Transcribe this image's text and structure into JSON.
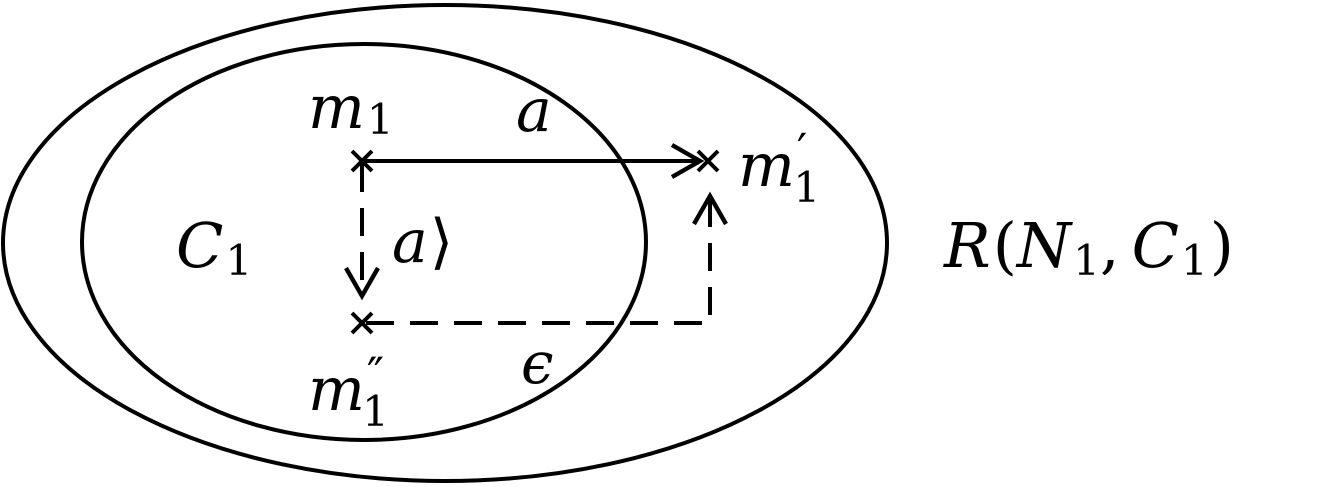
{
  "colors": {
    "outer_fill": "#f0f0f0",
    "inner_fill": "#ffffff",
    "stroke": "#000000"
  },
  "labels": {
    "m1": {
      "base": "m",
      "sub": "1",
      "prime": ""
    },
    "m1_prime": {
      "base": "m",
      "sub": "1",
      "prime": "′"
    },
    "m1_double_prime": {
      "base": "m",
      "sub": "1",
      "prime": "″"
    },
    "a_top": "a",
    "a_ket": {
      "letter": "a",
      "bracket": "⟩"
    },
    "epsilon": "ϵ",
    "C1": {
      "base": "C",
      "sub": "1"
    },
    "region": {
      "R": "R",
      "open": "(",
      "N": "N",
      "N_sub": "1",
      "comma": ",",
      "C": "C",
      "C_sub": "1",
      "close": ")"
    }
  }
}
